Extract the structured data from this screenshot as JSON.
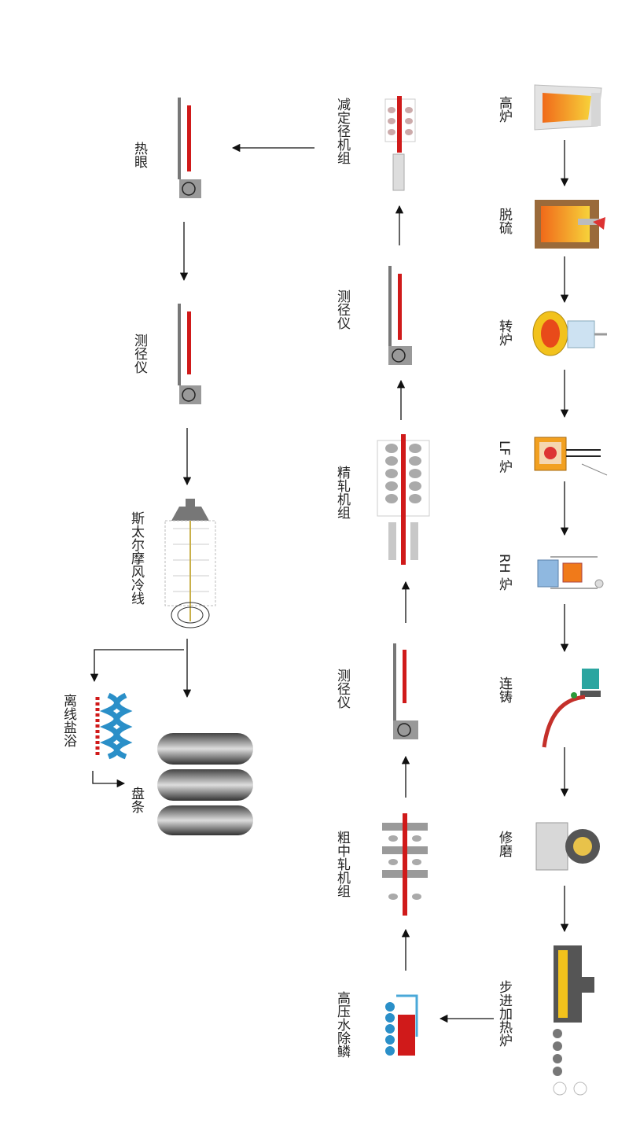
{
  "steps": {
    "blast_furnace": "高炉",
    "desulfurization": "脱硫",
    "converter": "转炉",
    "lf_furnace": "LF 炉",
    "rh_furnace": "RH 炉",
    "continuous_casting": "连铸",
    "grinding": "修磨",
    "walking_beam_furnace": "步进加热炉",
    "descaling": "高压水除鳞",
    "roughing_mill": "粗中轧机组",
    "gauge_1": "测径仪",
    "finishing_mill": "精轧机组",
    "gauge_2": "测径仪",
    "reducing_sizing_mill": "减定径机组",
    "hot_measurement": "热眼",
    "gauge_3": "测径仪",
    "stelmor_conveyor": "斯太尔摩风冷线",
    "offline_salt_bath": "离线盐浴",
    "coil": "盘条"
  },
  "colors": {
    "steel_red": "#d01a1a",
    "gray": "#8a8a8a",
    "light_gray": "#c8c8c8",
    "blue": "#2a8fc8",
    "orange": "#f07a1a",
    "yellow": "#f2c21c"
  }
}
